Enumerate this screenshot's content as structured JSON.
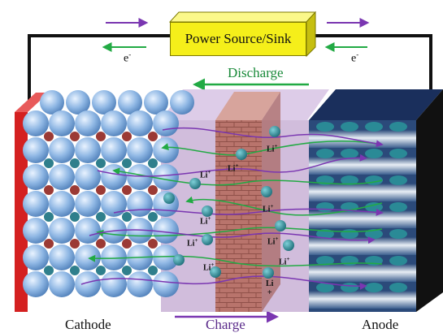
{
  "power_box": {
    "label": "Power Source/Sink"
  },
  "electron": {
    "symbol": "e",
    "charge": "-"
  },
  "labels": {
    "discharge": "Discharge",
    "charge": "Charge",
    "cathode": "Cathode",
    "anode": "Anode"
  },
  "ion": {
    "symbol": "Li",
    "charge": "+"
  },
  "colors": {
    "discharge_arrow": "#22aa44",
    "charge_arrow": "#7a36b1",
    "wire": "#111111",
    "power_box": "#f5ef1a",
    "cathode_collector": "#d42020",
    "anode_collector": "#111111",
    "electrolyte": "#c9b2d6",
    "separator": "#b9746c",
    "cathode_sphere": "#8fb7e4",
    "cathode_atom_red": "#9b3a35",
    "cathode_atom_teal": "#2f7f8c",
    "anode_top": "#1a2f5c",
    "ion_sphere": "#2a8a96"
  }
}
